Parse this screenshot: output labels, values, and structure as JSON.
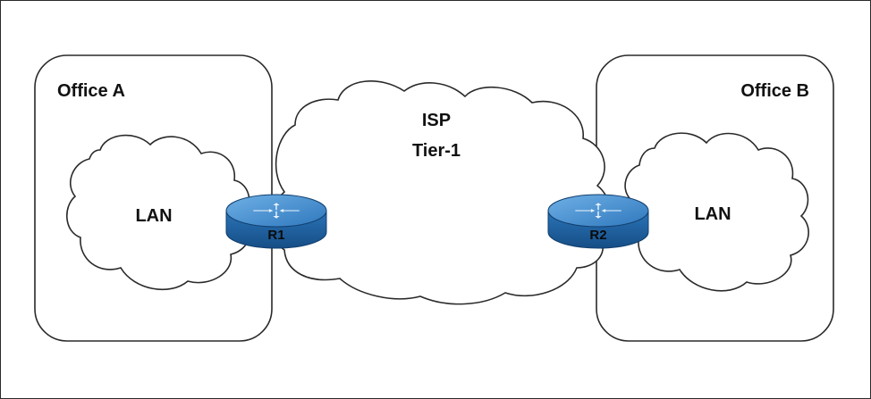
{
  "offices": [
    {
      "title": "Office A",
      "lan_label": "LAN"
    },
    {
      "title": "Office B",
      "lan_label": "LAN"
    }
  ],
  "isp": {
    "line1": "ISP",
    "line2": "Tier-1"
  },
  "routers": [
    {
      "label": "R1"
    },
    {
      "label": "R2"
    }
  ],
  "colors": {
    "outline": "#2a2a2a",
    "router_top": "#3f86c8",
    "router_side": "#1f5f9a",
    "router_arrows": "#e8f2fb"
  }
}
